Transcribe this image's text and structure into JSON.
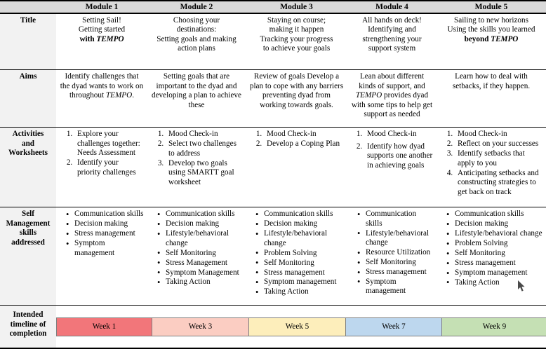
{
  "table": {
    "corner_label": "",
    "column_headers": [
      "Module 1",
      "Module 2",
      "Module 3",
      "Module 4",
      "Module 5"
    ],
    "row_labels": {
      "title": "Title",
      "aims": "Aims",
      "activities": "Activities and Worksheets",
      "activities_l1": "Activities",
      "activities_l2": "and",
      "activities_l3": "Worksheets",
      "skills": "Self Management skills addressed",
      "skills_l1": "Self",
      "skills_l2": "Management",
      "skills_l3": "skills",
      "skills_l4": "addressed",
      "timeline": "Intended timeline of completion",
      "timeline_l1": "Intended",
      "timeline_l2": "timeline of",
      "timeline_l3": "completion"
    },
    "title_row": [
      {
        "line1": "Setting Sail!",
        "line2": "Getting started",
        "line3_pre": "with ",
        "line3_em": "TEMPO",
        "line3_post": ""
      },
      {
        "line1": "Choosing your",
        "line2": "destinations:",
        "line3_pre": "Setting goals and making",
        "line3_em": "",
        "line3_post": ""
      },
      {
        "line1": "Staying on course;",
        "line2": "making it happen",
        "line3_pre": "Tracking your progress",
        "line3_em": "",
        "line3_post": ""
      },
      {
        "line1": "All hands on deck!",
        "line2": "Identifying and",
        "line3_pre": "strengthening your",
        "line3_em": "",
        "line3_post": ""
      },
      {
        "line1": "Sailing to new horizons",
        "line2": "Using the skills you learned",
        "line3_pre": "beyond ",
        "line3_em": "TEMPO",
        "line3_post": ""
      }
    ],
    "title_row_extra": [
      "",
      "action plans",
      "to achieve your goals",
      "support system",
      ""
    ],
    "aims_row": [
      {
        "pre": "Identify challenges that the dyad wants to work on throughout ",
        "em": "TEMPO",
        "post": "."
      },
      {
        "pre": "Setting goals that are important to the dyad and developing a plan to achieve these",
        "em": "",
        "post": ""
      },
      {
        "pre": "Review of goals Develop a plan to cope with any barriers preventing dyad from working towards goals.",
        "em": "",
        "post": ""
      },
      {
        "pre": "Lean about different kinds of support, and ",
        "em": "TEMPO",
        "post": " provides dyad with some tips to help get support as needed"
      },
      {
        "pre": "Learn how to deal with setbacks, if they happen.",
        "em": "",
        "post": ""
      }
    ],
    "activities_row": [
      [
        "Explore your challenges together: Needs Assessment",
        "Identify your priority challenges"
      ],
      [
        "Mood Check-in",
        "Select two challenges to address",
        "Develop two goals using SMARTT goal worksheet"
      ],
      [
        "Mood Check-in",
        "Develop a Coping Plan"
      ],
      [
        "Mood Check-in",
        "Identify how dyad supports one another in achieving goals"
      ],
      [
        "Mood Check-in",
        "Reflect on your successes",
        "Identify setbacks that apply to you",
        "Anticipating setbacks and constructing strategies to get back on track"
      ]
    ],
    "skills_row": [
      [
        "Communication skills",
        "Decision making",
        "Stress management",
        "Symptom management"
      ],
      [
        "Communication skills",
        "Decision making",
        "Lifestyle/behavioral change",
        "Self Monitoring",
        "Stress Management",
        "Symptom Management",
        "Taking Action"
      ],
      [
        "Communication skills",
        "Decision making",
        "Lifestyle/behavioral change",
        "Problem Solving",
        "Self Monitoring",
        "Stress management",
        "Symptom management",
        "Taking Action"
      ],
      [
        "Communication skills",
        "Lifestyle/behavioral change",
        "Resource Utilization",
        "Self Monitoring",
        "Stress management",
        "Symptom management"
      ],
      [
        "Communication skills",
        "Decision making",
        "Lifestyle/behavioral change",
        "Problem Solving",
        "Self Monitoring",
        "Stress management",
        "Symptom management",
        "Taking Action"
      ]
    ],
    "timeline": {
      "segments": [
        {
          "label": "Week 1",
          "color": "#f2767a"
        },
        {
          "label": "Week 3",
          "color": "#fbcdc2"
        },
        {
          "label": "Week 5",
          "color": "#fdeebb"
        },
        {
          "label": "Week 7",
          "color": "#bdd7ee"
        },
        {
          "label": "Week 9",
          "color": "#c5e0b4"
        }
      ],
      "arrow_head_color": "#c5e0b4",
      "border_color": "#7f7f7f"
    }
  },
  "colors": {
    "header_band": "#d9d9d9",
    "row_label_band": "#f2f2f2",
    "rule": "#000000"
  }
}
